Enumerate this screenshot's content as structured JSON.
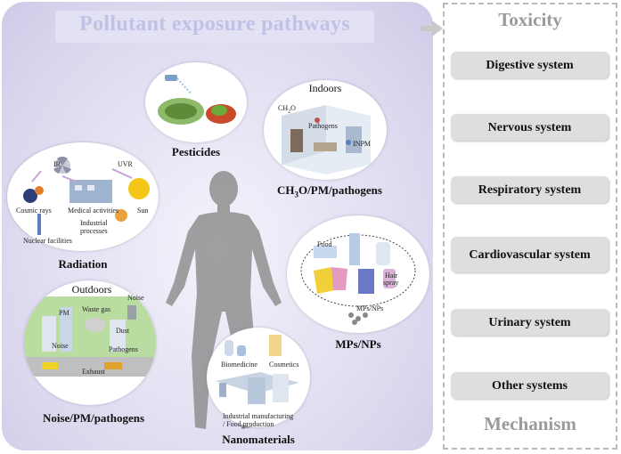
{
  "title": "Pollutant exposure pathways",
  "toxicity_header": "Toxicity",
  "mechanism_footer": "Mechanism",
  "systems": [
    "Digestive system",
    "Nervous system",
    "Respiratory system",
    "Cardiovascular system",
    "Urinary system",
    "Other systems"
  ],
  "pathways": {
    "pesticides": {
      "label": "Pesticides"
    },
    "indoors": {
      "heading": "Indoors",
      "label_main": "CH",
      "label_sub1": "3",
      "label_mid": "O/PM/pathogens",
      "ch2o_main": "CH",
      "ch2o_sub": "2",
      "ch2o_tail": "O",
      "pathogens": "Pathogens",
      "inpm": "INPM"
    },
    "radiation": {
      "label": "Radiation",
      "ir": "IR",
      "uvr": "UVR",
      "cosmic": "Cosmic rays",
      "medical": "Medical activities",
      "sun": "Sun",
      "industrial_1": "Industrial",
      "industrial_2": "processes",
      "nuclear": "Nuclear facilities"
    },
    "mps": {
      "label": "MPs/NPs",
      "small": "MPs/NPs",
      "food": "Food",
      "hair_1": "Hair",
      "hair_2": "spray"
    },
    "outdoors": {
      "heading": "Outdoors",
      "label": "Noise/PM/pathogens",
      "pm": "PM",
      "waste_gas": "Waste gas",
      "noise_top": "Noise",
      "dust": "Dust",
      "noise_left": "Noise",
      "pathogens": "Pathogens",
      "exhaust": "Exhaust"
    },
    "nano": {
      "label": "Nanomaterials",
      "biomedicine": "Biomedicine",
      "cosmetics": "Cosmetics",
      "industrial_1": "Industrial manufacturing",
      "industrial_2": "/ Food production"
    }
  },
  "colors": {
    "panel": "#d8d5ee",
    "title": "#c3c0e6",
    "button": "#dedede",
    "header_gray": "#9a9a9a",
    "human": "#8f8f8f"
  }
}
